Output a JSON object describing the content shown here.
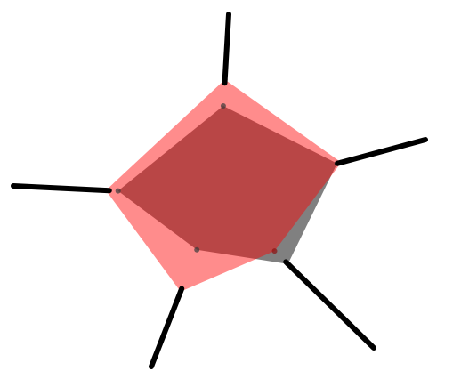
{
  "chart_data": {
    "type": "radar",
    "axes_count": 5,
    "value_range": [
      0,
      1
    ],
    "series": [
      {
        "values": [
          0.75,
          0.87,
          0.68,
          0.48,
          0.74
        ],
        "color": "#555555",
        "opacity": 0.75
      },
      {
        "values": [
          0.97,
          0.9,
          0.55,
          0.85,
          0.83
        ],
        "color": "#ff0000",
        "opacity": 0.45
      }
    ],
    "axis_color": "#000000",
    "grid": false,
    "legend": false
  }
}
